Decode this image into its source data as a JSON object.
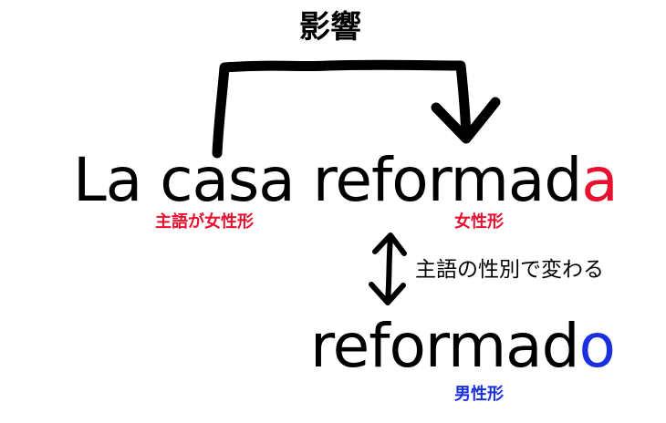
{
  "influence": "影響",
  "phrase": {
    "stem": "La casa reformad",
    "ending": "a"
  },
  "labels": {
    "subject_feminine": "主語が女性形",
    "feminine": "女性形",
    "masculine": "男性形"
  },
  "change_note": "主語の性別で変わる",
  "masculine_word": {
    "stem": "reformad",
    "ending": "o"
  },
  "colors": {
    "feminine": "#e8102f",
    "masculine": "#1a2fe0",
    "ink": "#000000"
  }
}
